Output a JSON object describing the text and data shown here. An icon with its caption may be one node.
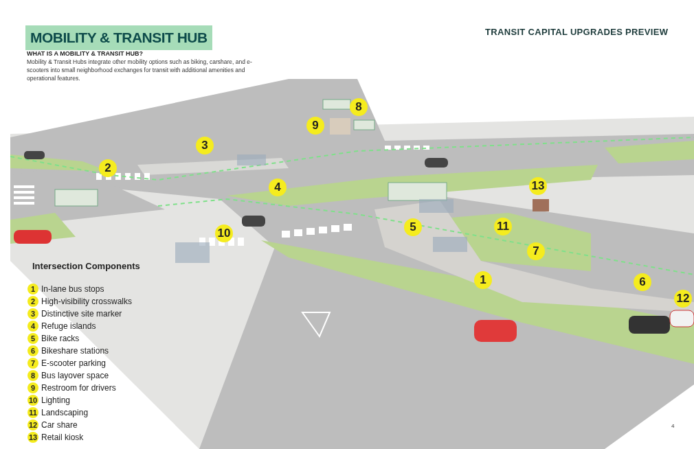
{
  "diagram": {
    "title": "MOBILITY & TRANSIT HUB",
    "labels": [
      "TRANSIT CAPITAL UPGRADES PREVIEW",
      "WHAT IS A MOBILITY & TRANSIT HUB?",
      "Mobility & Transit Hubs integrate other mobility options such as biking, carshare, and e-scooters into small neighborhood exchanges for transit with additional amenities and operational features.",
      "8",
      "9",
      "3",
      "2",
      "4",
      "13",
      "5",
      "11",
      "10",
      "7",
      "1",
      "6",
      "12",
      "Intersection Components",
      "1",
      "In-lane bus stops",
      "2",
      "High-visibility crosswalks",
      "3",
      "Distinctive site marker",
      "4",
      "Refuge islands",
      "5",
      "Bike racks",
      "6",
      "Bikeshare stations",
      "7",
      "E-scooter parking",
      "8",
      "Bus layover space",
      "9",
      "Restroom for drivers",
      "10",
      "Lighting",
      "11",
      "Landscaping",
      "12",
      "Car share",
      "13",
      "Retail kiosk",
      "4"
    ]
  }
}
